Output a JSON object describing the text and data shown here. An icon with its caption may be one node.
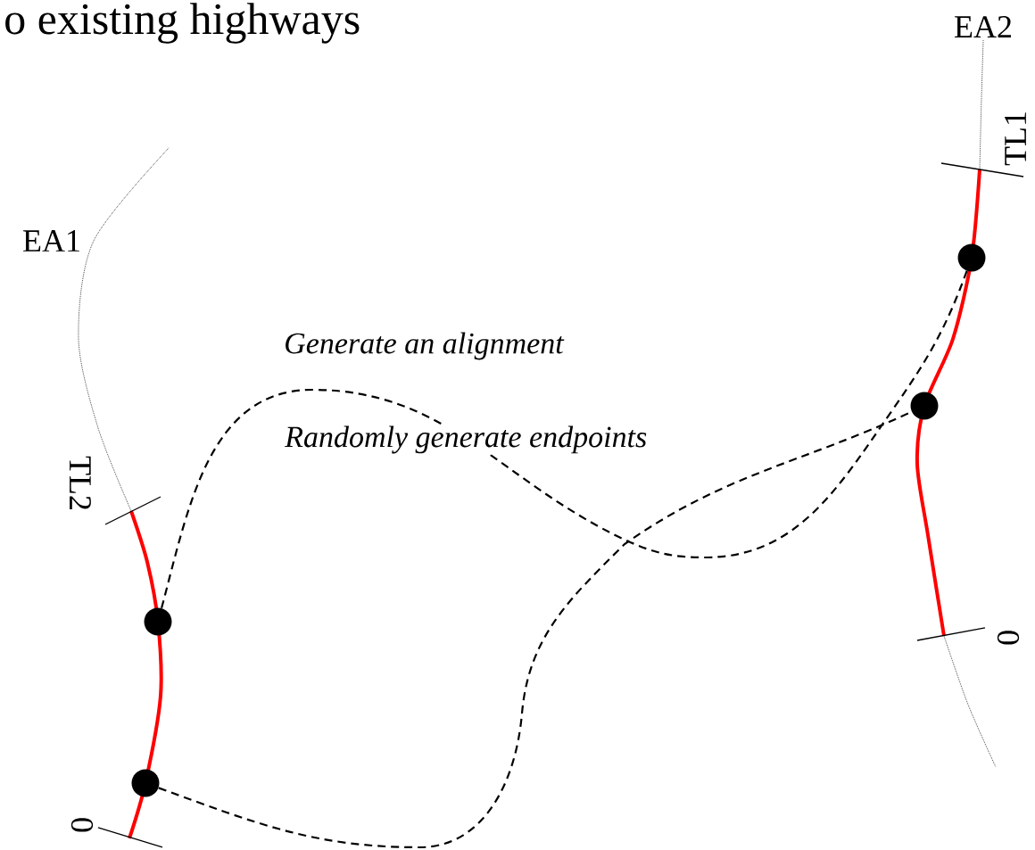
{
  "diagram": {
    "nodes": [
      {
        "text": [],
        "shape": "circle"
      },
      {
        "text": [],
        "shape": "circle"
      },
      {
        "text": [],
        "shape": "circle"
      },
      {
        "text": [],
        "shape": "circle"
      }
    ],
    "edges": [
      {
        "from": 2,
        "to": 0,
        "arrow": "none",
        "style": "dashed"
      },
      {
        "from": 3,
        "to": 1,
        "arrow": "none",
        "style": "dashed"
      }
    ],
    "labels": [
      "o existing highways",
      "EA2",
      "TL1",
      "EA1",
      "Generate an alignment",
      "Randomly generate endpoints",
      "TL2",
      "0",
      "0"
    ]
  }
}
